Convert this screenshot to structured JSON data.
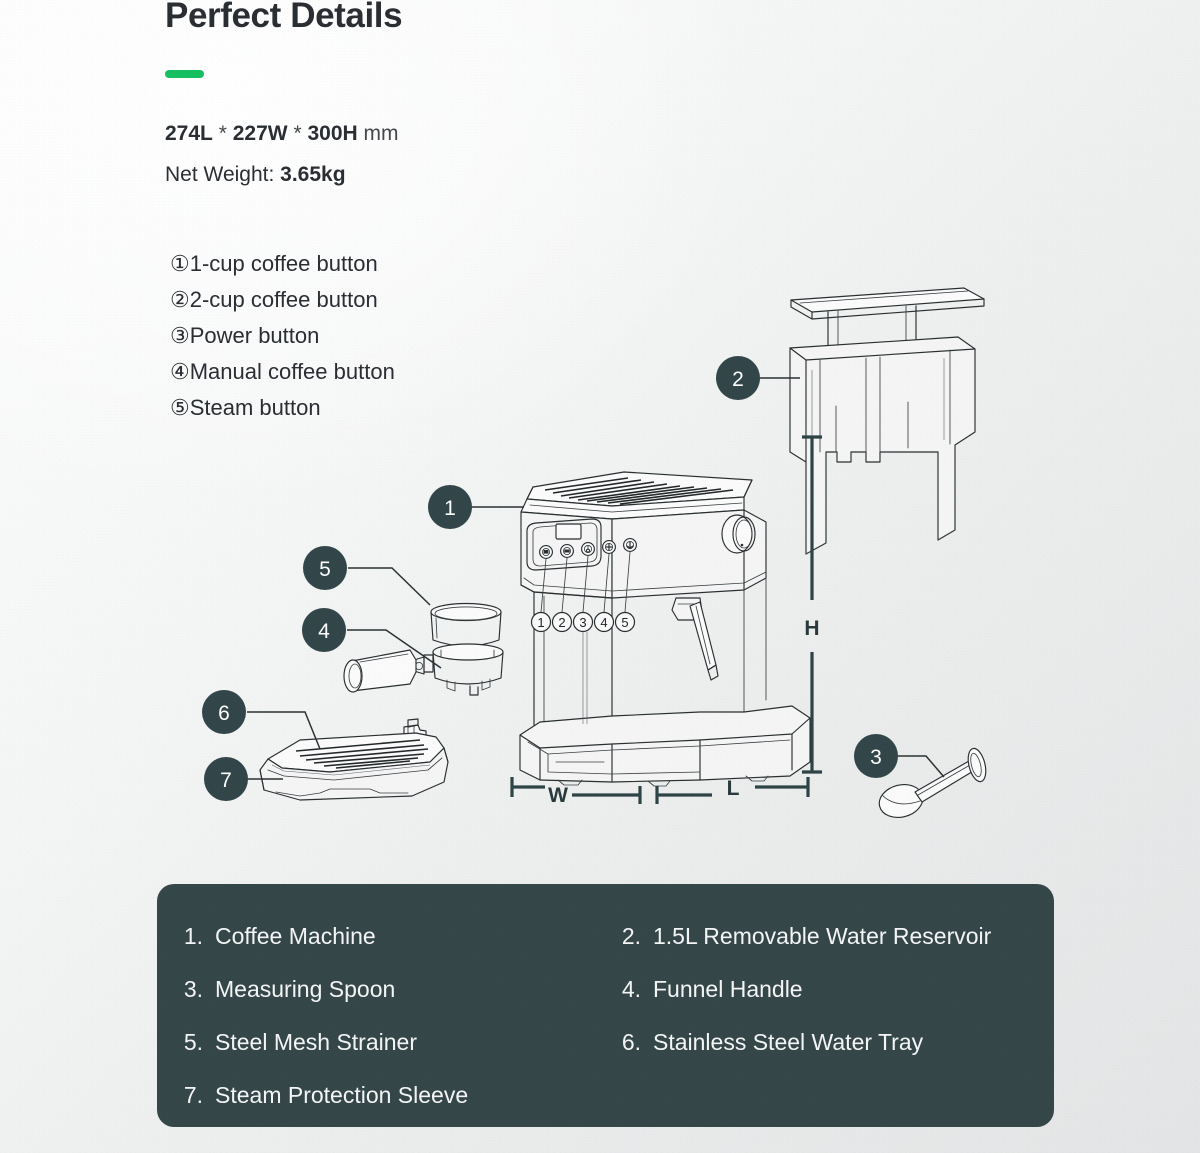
{
  "header": {
    "title": "Perfect Details",
    "accent_color": "#16c060",
    "dimensions": {
      "length": "274L",
      "sep1": "*",
      "width": "227W",
      "sep2": "*",
      "height": "300H",
      "unit": "mm"
    },
    "net_weight_label": "Net Weight:",
    "net_weight_value": "3.65kg"
  },
  "button_list": [
    "①1-cup coffee button",
    "②2-cup coffee button",
    "③Power button",
    "④Manual coffee button",
    "⑤Steam button"
  ],
  "diagram": {
    "panel_markers": [
      "1",
      "2",
      "3",
      "4",
      "5"
    ],
    "callouts": [
      {
        "id": "1",
        "label": "1",
        "target": "coffee-machine"
      },
      {
        "id": "2",
        "label": "2",
        "target": "water-reservoir"
      },
      {
        "id": "3",
        "label": "3",
        "target": "measuring-spoon"
      },
      {
        "id": "4",
        "label": "4",
        "target": "funnel-handle"
      },
      {
        "id": "5",
        "label": "5",
        "target": "steel-mesh-strainer"
      },
      {
        "id": "6",
        "label": "6",
        "target": "stainless-steel-water-tray"
      },
      {
        "id": "7",
        "label": "7",
        "target": "steam-protection-sleeve"
      }
    ],
    "dimension_labels": {
      "width": "W",
      "length": "L",
      "height": "H"
    }
  },
  "legend": {
    "background_color": "#36474a",
    "items": [
      {
        "num": "1.",
        "text": "Coffee Machine"
      },
      {
        "num": "2.",
        "text": "1.5L Removable Water Reservoir"
      },
      {
        "num": "3.",
        "text": "Measuring Spoon"
      },
      {
        "num": "4.",
        "text": "Funnel Handle"
      },
      {
        "num": "5.",
        "text": "Steel Mesh Strainer"
      },
      {
        "num": "6.",
        "text": "Stainless Steel Water Tray"
      },
      {
        "num": "7.",
        "text": "Steam Protection Sleeve"
      }
    ]
  }
}
